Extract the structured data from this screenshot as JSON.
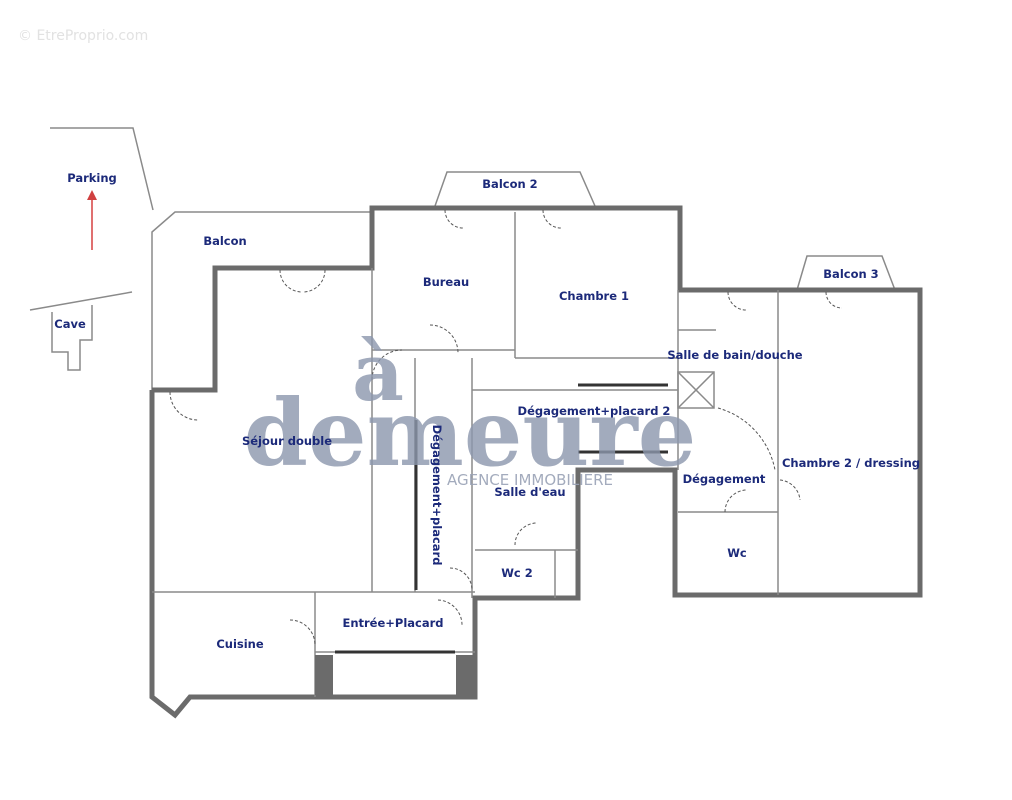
{
  "watermarks": {
    "site": "© EtreProprio.com",
    "agency_top": "à",
    "agency_main": "demeure",
    "agency_sub": "AGENCE IMMOBILIERE"
  },
  "rooms": {
    "parking": "Parking",
    "cave": "Cave",
    "balcon": "Balcon",
    "balcon2": "Balcon 2",
    "balcon3": "Balcon 3",
    "bureau": "Bureau",
    "chambre1": "Chambre 1",
    "salle_de_bain": "Salle de bain/douche",
    "degagement_placard2": "Dégagement+placard 2",
    "sejour": "Séjour double",
    "degagement_placard": "Dégagement+placard",
    "chambre2": "Chambre 2 / dressing",
    "degagement": "Dégagement",
    "salle_eau": "Salle d'eau",
    "wc": "Wc",
    "wc2": "Wc 2",
    "entree": "Entrée+Placard",
    "cuisine": "Cuisine"
  },
  "colors": {
    "label": "#1c2a7a",
    "wall": "#6b6b6b",
    "arrow": "#e07070"
  }
}
